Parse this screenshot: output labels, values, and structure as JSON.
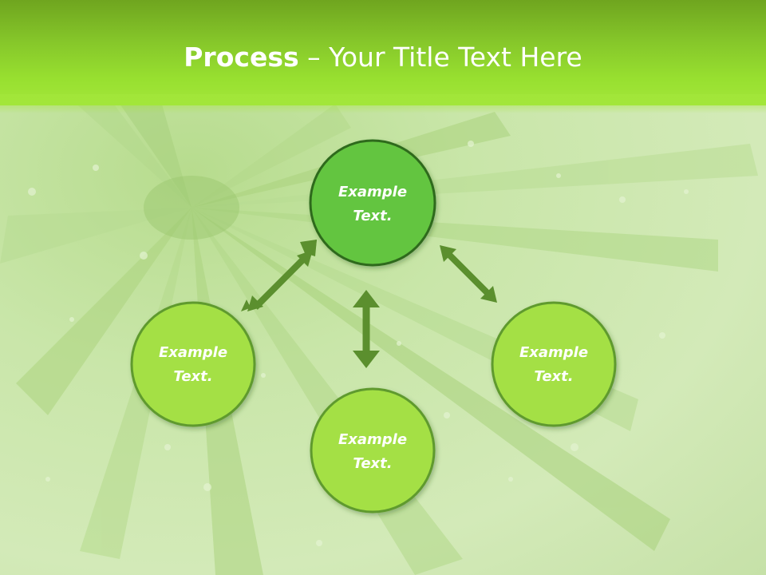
{
  "header": {
    "title_bold": "Process",
    "title_rest": " – Your Title Text Here"
  },
  "colors": {
    "header_green": "#86c72a",
    "center_node_fill": "#64c540",
    "center_node_stroke": "#2f6b1e",
    "outer_node_fill": "#a4e044",
    "outer_node_stroke": "#5f9a2e",
    "arrow": "#5b8f2e"
  },
  "nodes": [
    {
      "id": "top",
      "line1": "Example",
      "line2": "Text."
    },
    {
      "id": "left",
      "line1": "Example",
      "line2": "Text."
    },
    {
      "id": "bottom",
      "line1": "Example",
      "line2": "Text."
    },
    {
      "id": "right",
      "line1": "Example",
      "line2": "Text."
    }
  ]
}
